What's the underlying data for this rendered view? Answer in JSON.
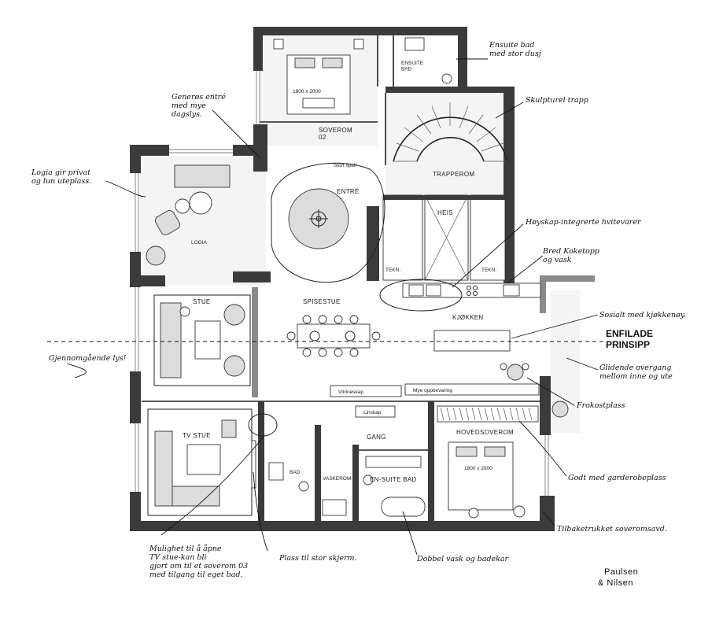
{
  "rooms": {
    "soverom02": "SOVEROM\n02",
    "ensuite_top": "ENSUITE\nBAD",
    "trapperom": "TRAPPEROM",
    "entre": "ENTRÉ",
    "stort_speil": "Stort speil",
    "heis": "HEIS",
    "tekn_left": "TEKN.",
    "tekn_right": "TEKN.",
    "logia": "LOGIA",
    "stue": "STUE",
    "spisestue": "SPISESTUE",
    "kjokken": "KJØKKEN",
    "vitrineskap": "Vitrineskap",
    "mye_oppbevaring": "Mye oppbevaring",
    "linskap": "Linskap",
    "gang": "GANG",
    "tv_stue": "TV STUE",
    "bad": "BAD",
    "vaskerom": "VASKEROM",
    "ensuite_bad": "EN-SUITE BAD",
    "hovedsoverom": "HOVEDSOVEROM",
    "bed_top": "1800 x 2000",
    "bed_master": "1800 x 2000"
  },
  "notes": {
    "ensuite_top": "Ensuite bad\nmed stor dusj",
    "generos": "Generøs entré\nmed mye\ndagslys.",
    "skulpturel": "Skulpturel trapp",
    "logia_note": "Logia gir privat\nog lun uteplass.",
    "hoyskap": "Høyskap-integrerte hvitevarer",
    "koketopp": "Bred Koketopp\nog vask",
    "sosialt": "Sosialt med kjøkkenøy.",
    "gjennom": "Gjennomgående lys!",
    "enfilade": "ENFILADE\nPRINSIPP",
    "glidende": "Glidende overgang\nmellom inne og ute",
    "frokost": "Frokostplass",
    "garderobe": "Godt med garderobeplass",
    "tilbake": "Tilbaketrukket soveromsavd.",
    "mulighet": "Mulighet til å åpne\nTV stue-kan bli\ngjort om til et soverom 03\nmed tilgang til eget bad.",
    "plass": "Plass til stor skjerm.",
    "dobbel": "Dobbel vask og badekar"
  },
  "brand": {
    "line1": "Paulsen",
    "line2": "&  Nilsen"
  },
  "colors": {
    "wall": "#3b3b3b",
    "wall_light": "#8a8a8a",
    "floor_shade": "#f4f4f4",
    "ink": "#111111"
  }
}
